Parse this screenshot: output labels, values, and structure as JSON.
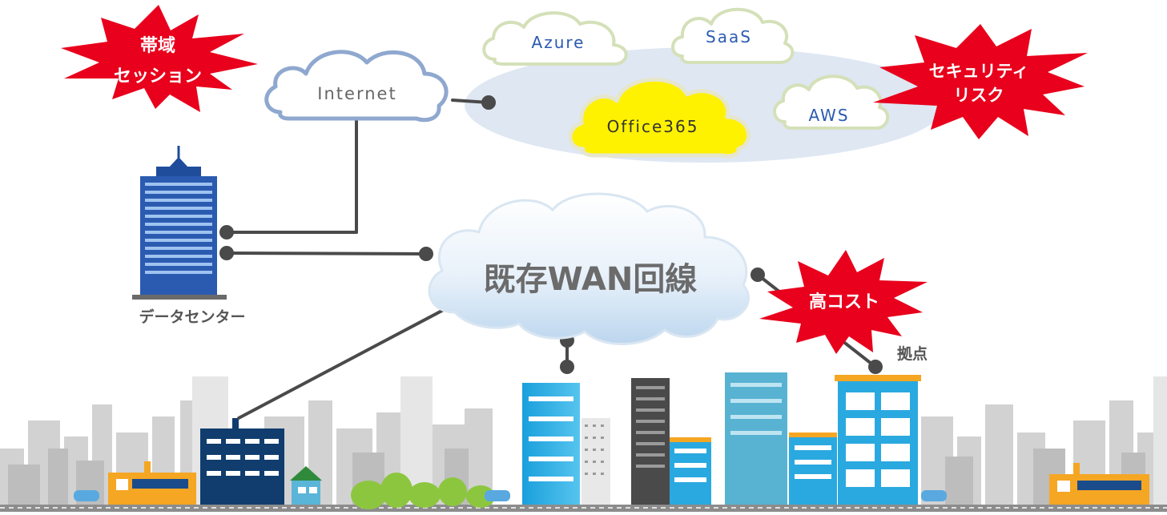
{
  "burst_labels": {
    "bandwidth": [
      "帯域",
      "セッション"
    ],
    "security": [
      "セキュリティ",
      "リスク"
    ],
    "cost": [
      "高コスト"
    ]
  },
  "clouds": {
    "internet": "Internet",
    "azure": "Azure",
    "saas": "SaaS",
    "office365": "Office365",
    "aws": "AWS",
    "wan": "既存WAN回線"
  },
  "labels": {
    "datacenter": "データセンター",
    "branch": "拠点"
  },
  "colors": {
    "burst": "#e8001c",
    "internet_cloud_stroke": "#8fa8cf",
    "service_cloud_stroke": "#d4e0b8",
    "office365_fill": "#fff200",
    "service_area": "#dfe7f3",
    "connector": "#4a4a4a",
    "datacenter": "#2b5bb0",
    "city_gray": "#c9c9c9"
  }
}
